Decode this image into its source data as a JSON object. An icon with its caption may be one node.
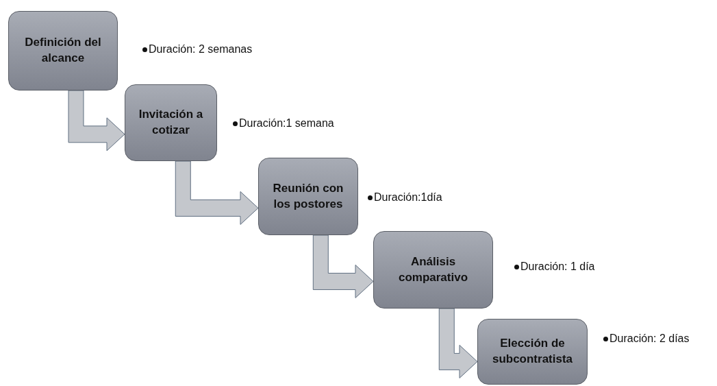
{
  "diagram": {
    "nodes": [
      {
        "text": [
          "Definición del alcance"
        ],
        "beside": [
          "Duración: 2 semanas"
        ]
      },
      {
        "text": [
          "Invitación a cotizar"
        ],
        "beside": [
          "Duración:1 semana"
        ]
      },
      {
        "text": [
          "Reunión con los postores"
        ],
        "beside": [
          "Duración:1día"
        ]
      },
      {
        "text": [
          "Análisis comparativo"
        ],
        "beside": [
          "Duración: 1 día"
        ]
      },
      {
        "text": [
          "Elección de subcontratista"
        ],
        "beside": [
          "Duración: 2 días"
        ]
      }
    ],
    "edges": [
      {
        "from": 0,
        "to": 1,
        "arrow": "to"
      },
      {
        "from": 1,
        "to": 2,
        "arrow": "to"
      },
      {
        "from": 2,
        "to": 3,
        "arrow": "to"
      },
      {
        "from": 3,
        "to": 4,
        "arrow": "to"
      }
    ]
  }
}
